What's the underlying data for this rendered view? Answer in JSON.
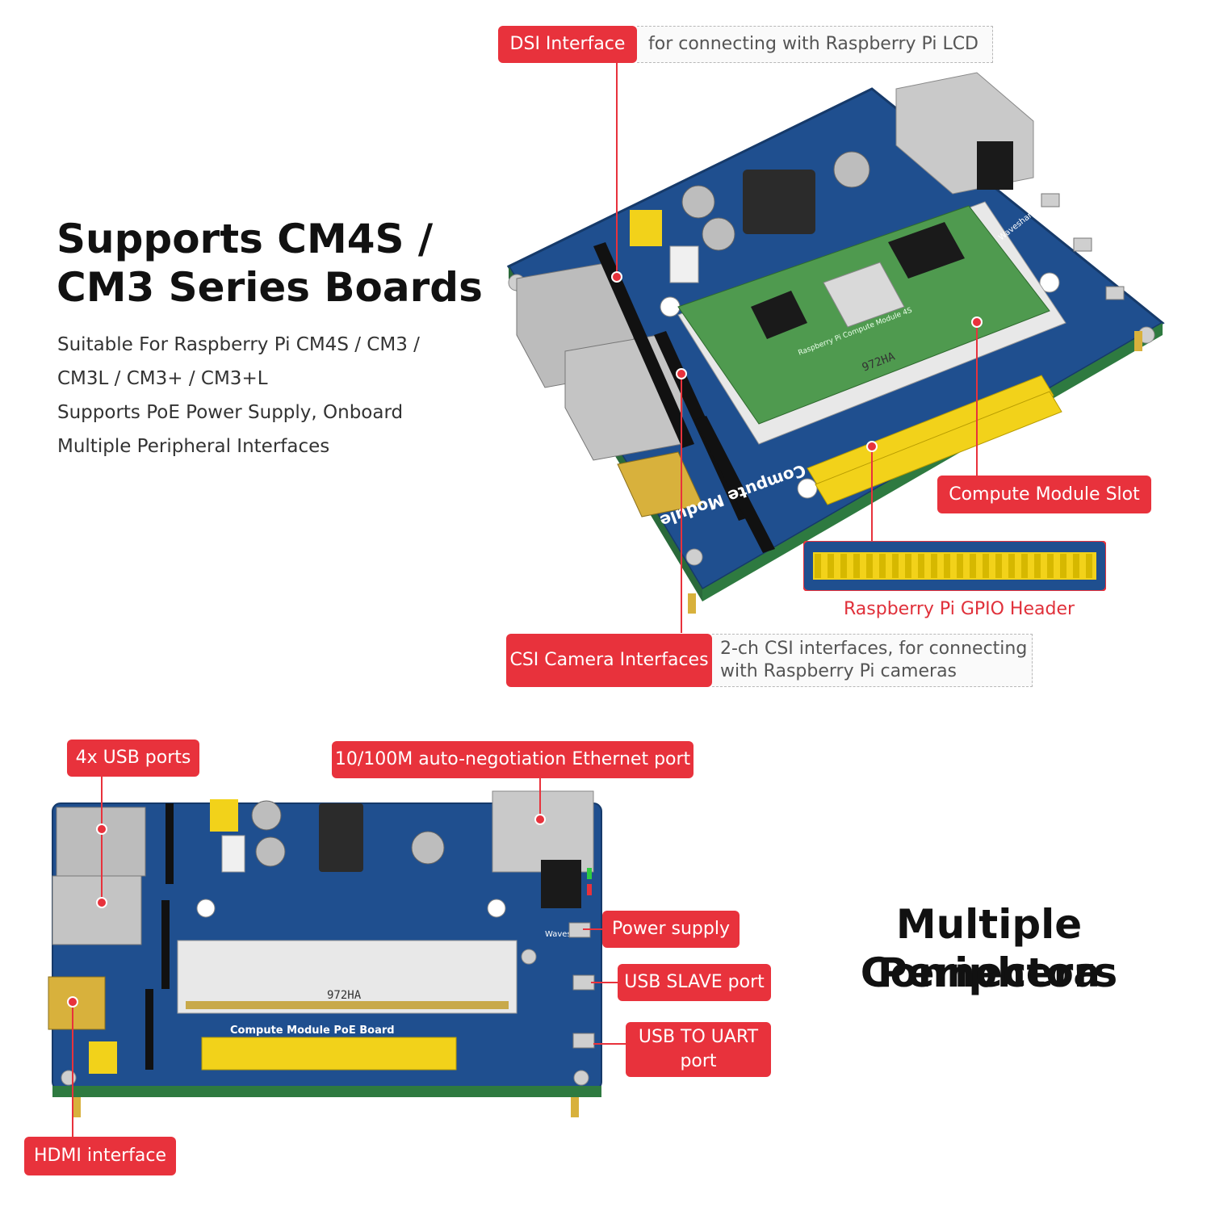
{
  "top": {
    "heading_line1": "Supports CM4S /",
    "heading_line2": "CM3 Series Boards",
    "desc_line1": "Suitable For Raspberry Pi CM4S / CM3 /",
    "desc_line2": "CM3L / CM3+ / CM3+L",
    "desc_line3": "Supports PoE Power Supply, Onboard",
    "desc_line4": "Multiple Peripheral Interfaces"
  },
  "callouts": {
    "dsi_label": "DSI Interface",
    "dsi_desc": "for connecting with Raspberry Pi LCD",
    "cm_slot_label": "Compute Module Slot",
    "gpio_caption": "Raspberry Pi GPIO Header",
    "csi_label": "CSI Camera Interfaces",
    "csi_desc_line1": "2-ch CSI interfaces, for connecting",
    "csi_desc_line2": "with Raspberry Pi cameras",
    "usb_label": "4x USB ports",
    "eth_label": "10/100M auto-negotiation Ethernet port",
    "power_label": "Power supply",
    "usb_slave_label": "USB SLAVE port",
    "usb_uart_line1": "USB TO UART",
    "usb_uart_line2": "port",
    "hdmi_label": "HDMI interface"
  },
  "bottom": {
    "heading_line1": "Multiple Periphera",
    "heading_line2": "Connectors"
  },
  "board_top": {
    "silk_title": "Compute Module PoE Board",
    "chip_text": "972HA",
    "module_text": "Raspberry Pi Compute Module 4S",
    "brand": "Waveshare"
  },
  "board_bottom": {
    "silk_title": "Compute Module PoE Board",
    "slot_text": "972HA",
    "brand": "Waveshare"
  },
  "colors": {
    "accent_red": "#e8323c",
    "pcb_blue": "#1f4f8f",
    "header_yellow": "#f2d21a",
    "module_green": "#4f9a4f"
  }
}
